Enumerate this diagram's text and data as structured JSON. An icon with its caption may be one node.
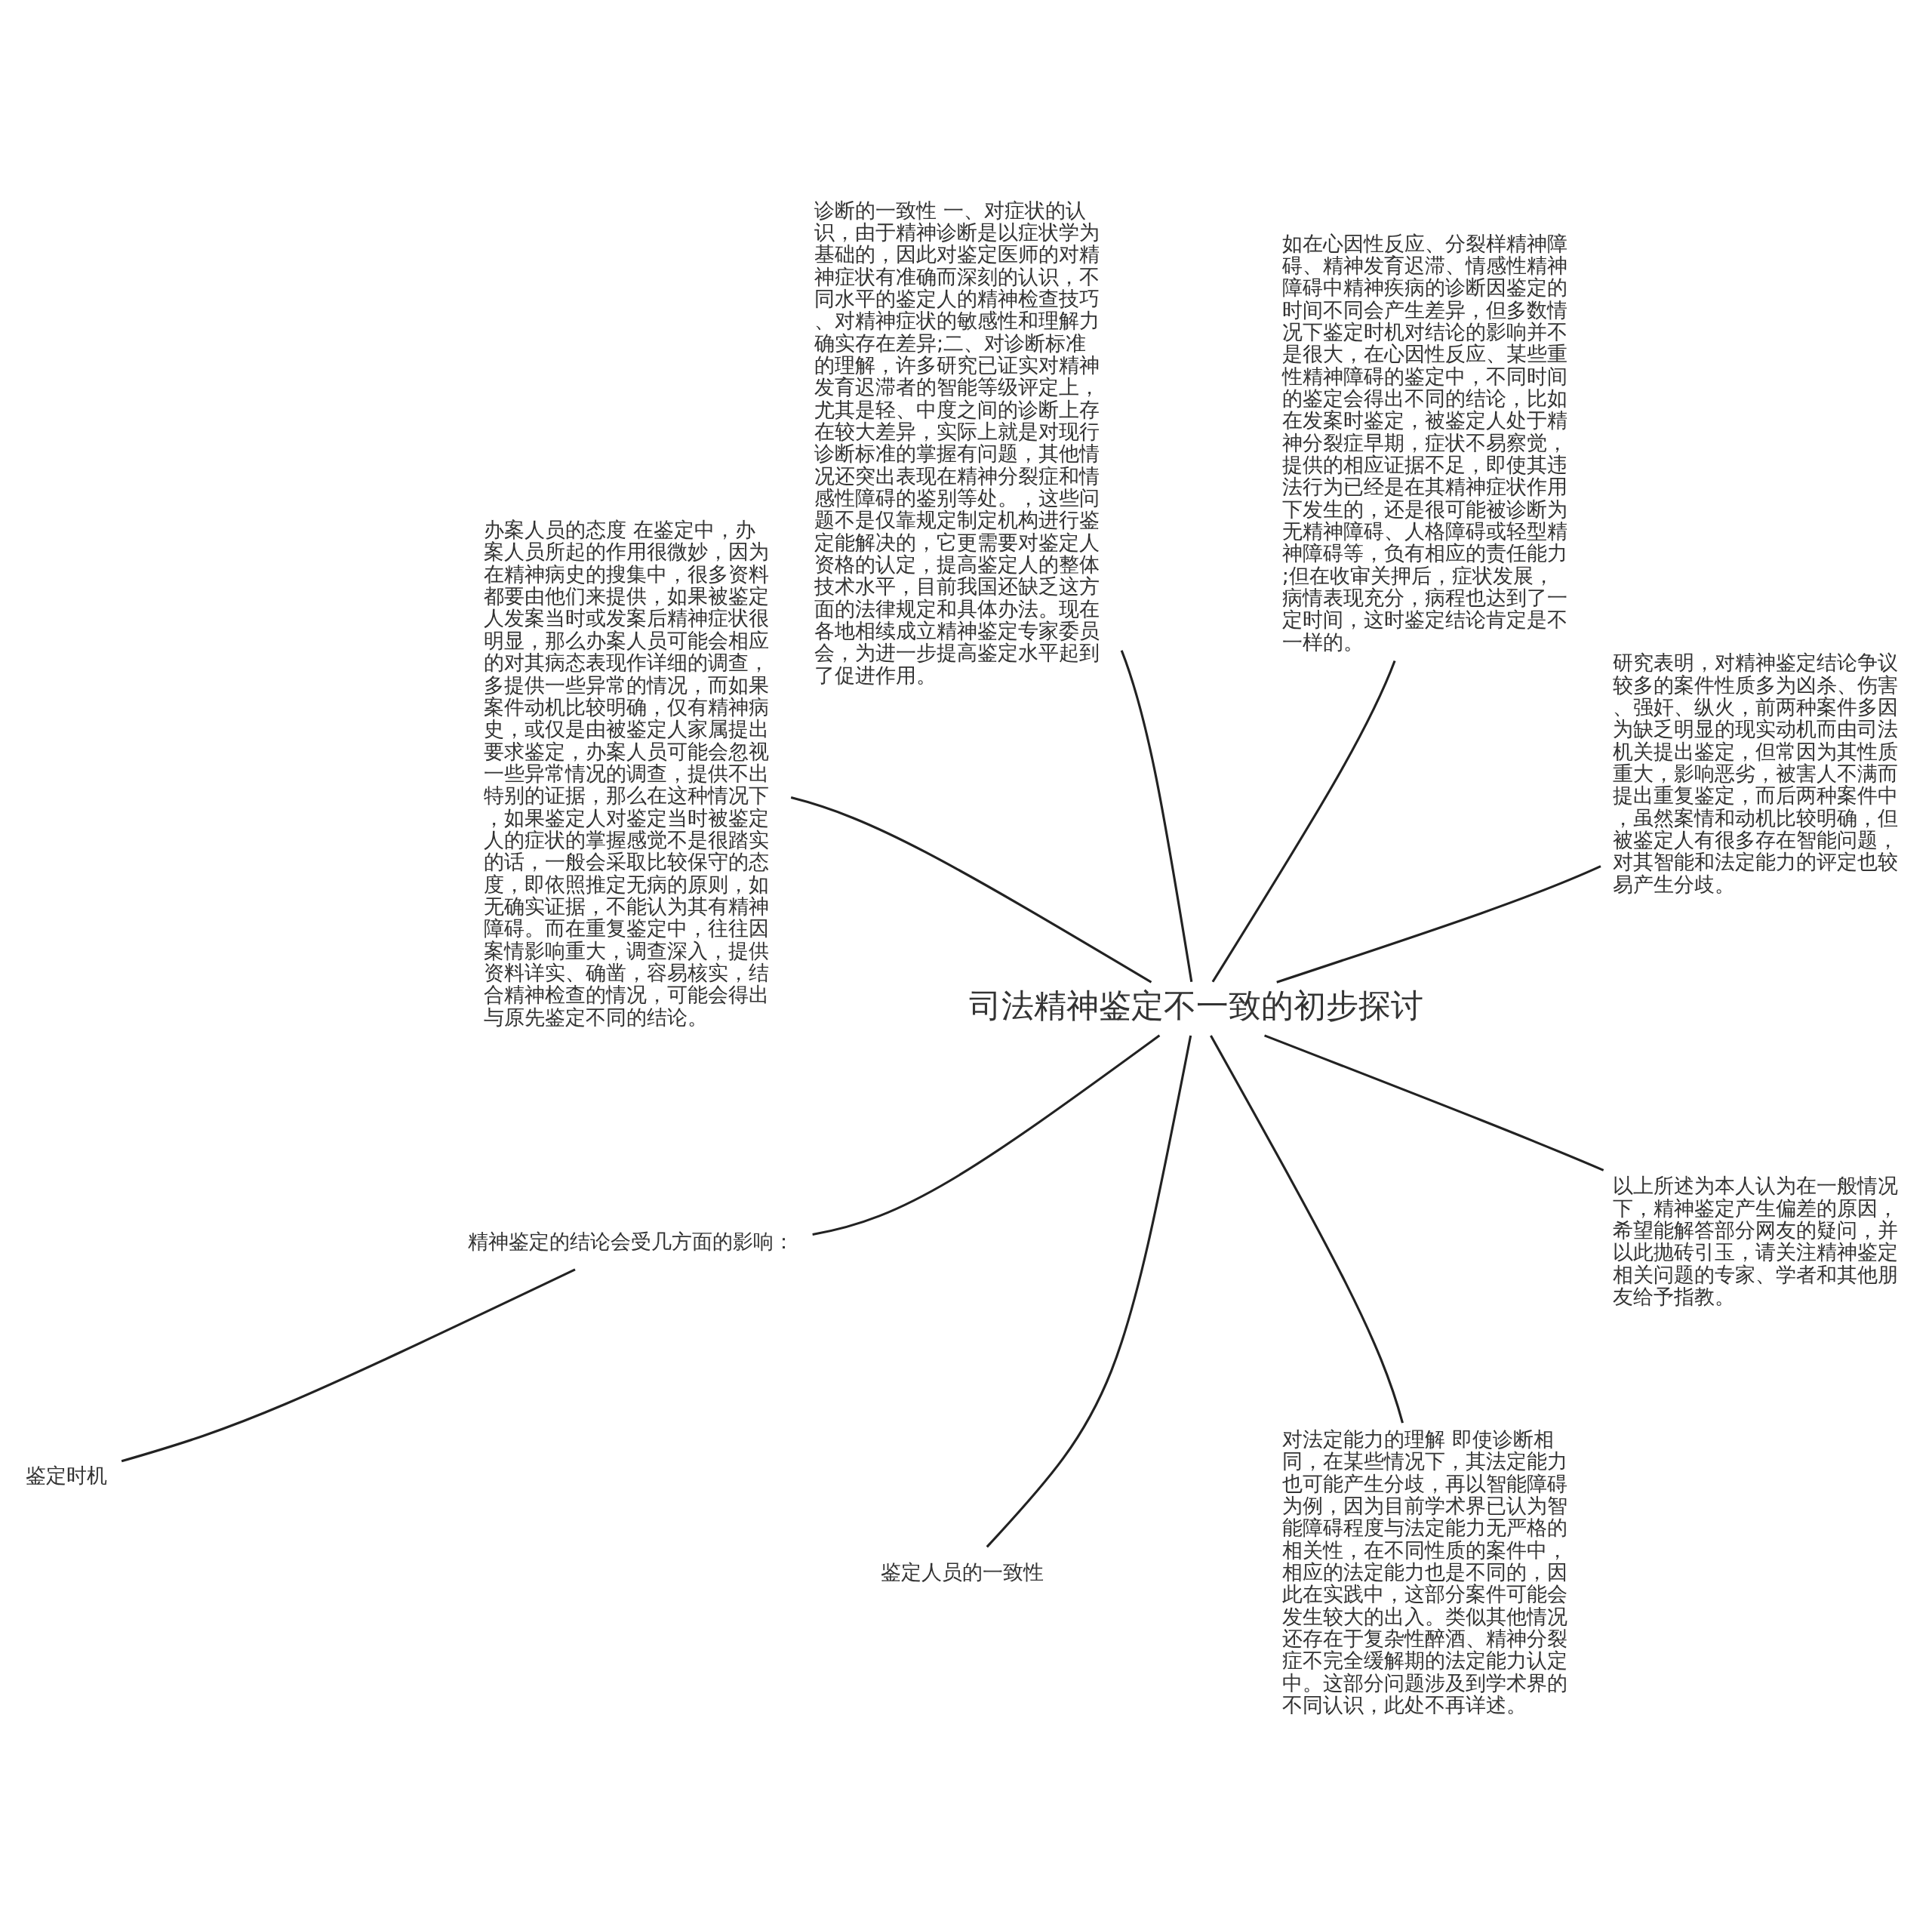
{
  "diagram": {
    "nodes": [
      {
        "text": [
          "司法精神鉴定不一致的初步探讨"
        ]
      },
      {
        "text": [
          "研究表明，对精神鉴定结论争议较多的案件性质多为凶杀、伤害、强奸、纵火，前两种案件多因为缺乏明显的现实动机而由司法机关提出鉴定，但常因为其性质重大，影响恶劣，被害人不满而提出重复鉴定，而后两种案件中，虽然案情和动机比较明确，但被鉴定人有很多存在智能问题，对其智能和法定能力的评定也较易产生分歧。"
        ]
      },
      {
        "text": [
          "如在心因性反应、分裂样精神障碍、精神发育迟滞、情感性精神障碍中精神疾病的诊断因鉴定的时间不同会产生差异，但多数情况下鉴定时机对结论的影响并不是很大，在心因性反应、某些重性精神障碍的鉴定中，不同时间的鉴定会得出不同的结论，比如在发案时鉴定，被鉴定人处于精神分裂症早期，症状不易察觉，提供的相应证据不足，即使其违法行为已经是在其精神症状作用下发生的，还是很可能被诊断为无精神障碍、人格障碍或轻型精神障碍等，负有相应的责任能力;但在收审关押后，症状发展，病情表现充分，病程也达到了一定时间，这时鉴定结论肯定是不一样的。"
        ]
      },
      {
        "text": [
          "诊断的一致性 一、对症状的认识，由于精神诊断是以症状学为基础的，因此对鉴定医师的对精神症状有准确而深刻的认识，不同水平的鉴定人的精神检查技巧、对精神症状的敏感性和理解力确实存在差异;二、对诊断标准的理解，许多研究已证实对精神发育迟滞者的智能等级评定上，尤其是轻、中度之间的诊断上存在较大差异，实际上就是对现行诊断标准的掌握有问题，其他情况还突出表现在精神分裂症和情感性障碍的鉴别等处。，这些问题不是仅靠规定制定机构进行鉴定能解决的，它更需要对鉴定人资格的认定，提高鉴定人的整体技术水平，目前我国还缺乏这方面的法律规定和具体办法。现在各地相续成立精神鉴定专家委员会，为进一步提高鉴定水平起到了促进作用。"
        ]
      },
      {
        "text": [
          "办案人员的态度 在鉴定中，办案人员所起的作用很微妙，因为在精神病史的搜集中，很多资料都要由他们来提供，如果被鉴定人发案当时或发案后精神症状很明显，那么办案人员可能会相应的对其病态表现作详细的调查，多提供一些异常的情况，而如果案件动机比较明确，仅有精神病史，或仅是由被鉴定人家属提出要求鉴定，办案人员可能会忽视一些异常情况的调查，提供不出特别的证据，那么在这种情况下，如果鉴定人对鉴定当时被鉴定人的症状的掌握感觉不是很踏实的话，一般会采取比较保守的态度，即依照推定无病的原则，如无确实证据，不能认为其有精神障碍。而在重复鉴定中，往往因案情影响重大，调查深入，提供资料详实、确凿，容易核实，结合精神检查的情况，可能会得出与原先鉴定不同的结论。"
        ]
      },
      {
        "text": [
          "精神鉴定的结论会受几方面的影响："
        ]
      },
      {
        "text": [
          "鉴定时机"
        ]
      },
      {
        "text": [
          "鉴定人员的一致性"
        ]
      },
      {
        "text": [
          "对法定能力的理解 即使诊断相同，在某些情况下，其法定能力也可能产生分歧，再以智能障碍为例，因为目前学术界已认为智能障碍程度与法定能力无严格的相关性，在不同性质的案件中，相应的法定能力也是不同的，因此在实践中，这部分案件可能会发生较大的出入。类似其他情况还存在于复杂性醉酒、精神分裂症不完全缓解期的法定能力认定中。这部分问题涉及到学术界的不同认识，此处不再详述。"
        ]
      },
      {
        "text": [
          "以上所述为本人认为在一般情况下，精神鉴定产生偏差的原因，希望能解答部分网友的疑问，并以此抛砖引玉，请关注精神鉴定相关问题的专家、学者和其他朋友给予指教。"
        ]
      }
    ],
    "edges": [
      {
        "from": 0,
        "to": 1,
        "arrow": "none"
      },
      {
        "from": 0,
        "to": 2,
        "arrow": "none"
      },
      {
        "from": 0,
        "to": 3,
        "arrow": "none"
      },
      {
        "from": 0,
        "to": 4,
        "arrow": "none"
      },
      {
        "from": 0,
        "to": 5,
        "arrow": "none"
      },
      {
        "from": 5,
        "to": 6,
        "arrow": "none"
      },
      {
        "from": 0,
        "to": 7,
        "arrow": "none"
      },
      {
        "from": 0,
        "to": 8,
        "arrow": "none"
      },
      {
        "from": 0,
        "to": 9,
        "arrow": "none"
      }
    ]
  }
}
